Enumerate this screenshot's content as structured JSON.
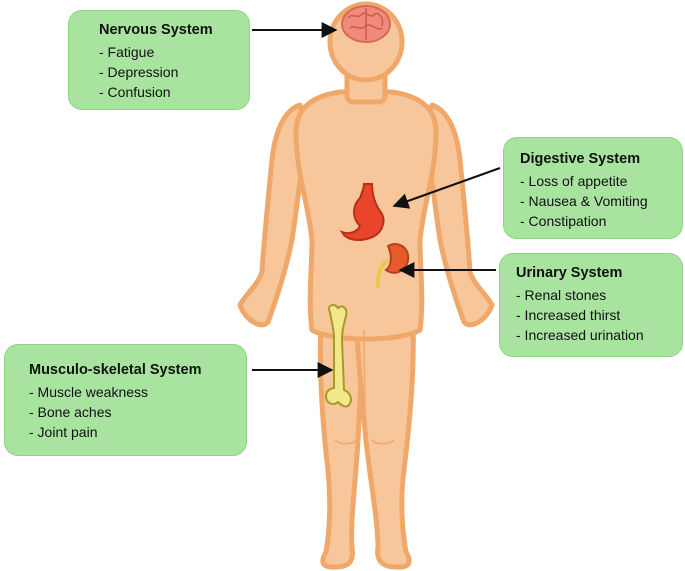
{
  "colors": {
    "box_fill": "#a8e4a0",
    "skin": "#f7c79b",
    "skin_outline": "#f0a86a",
    "brain": "#f08a7a",
    "stomach": "#e8452a",
    "kidney": "#e85a2a",
    "bone": "#f2e88a",
    "arrow": "#111111"
  },
  "systems": [
    {
      "title": "Nervous System",
      "items": [
        "- Fatigue",
        "- Depression",
        "- Confusion"
      ],
      "organ_icon": "brain-icon"
    },
    {
      "title": "Digestive System",
      "items": [
        "- Loss of appetite",
        "- Nausea & Vomiting",
        "- Constipation"
      ],
      "organ_icon": "stomach-icon"
    },
    {
      "title": "Urinary System",
      "items": [
        "- Renal stones",
        "- Increased thirst",
        "- Increased urination"
      ],
      "organ_icon": "kidney-icon"
    },
    {
      "title": "Musculo-skeletal System",
      "items": [
        "- Muscle weakness",
        "- Bone aches",
        "- Joint pain"
      ],
      "organ_icon": "femur-bone-icon"
    }
  ]
}
